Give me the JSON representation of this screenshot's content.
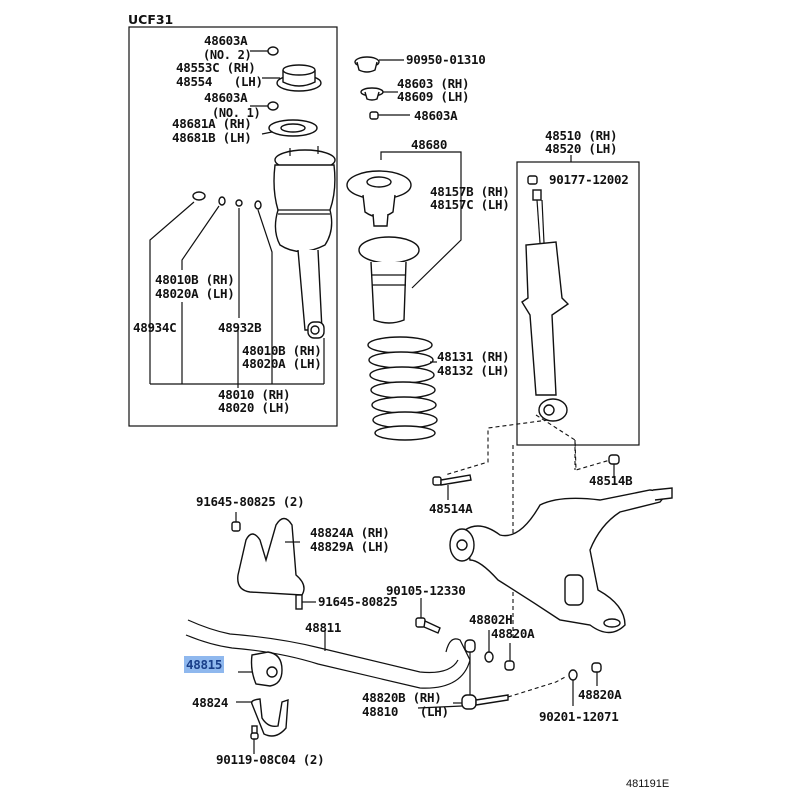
{
  "diagram": {
    "model_code": "UCF31",
    "illustration_code": "481191E",
    "highlight_color": "#8fb8ee",
    "highlighted_part": "48815",
    "labels": {
      "p48603A_top": "48603A",
      "no2": "(NO. 2)",
      "p48553C": "48553C (RH)",
      "p48554": "48554   (LH)",
      "p48603A_mid": "48603A",
      "no1": "(NO. 1)",
      "p48681A": "48681A (RH)",
      "p48681B": "48681B (LH)",
      "p90950": "90950-01310",
      "p48603": "48603 (RH)",
      "p48609": "48609 (LH)",
      "p48603A_right": "48603A",
      "p48680": "48680",
      "p48157B": "48157B (RH)",
      "p48157C": "48157C (LH)",
      "p48510": "48510 (RH)",
      "p48520": "48520 (LH)",
      "p90177": "90177-12002",
      "p48010B_a": "48010B (RH)",
      "p48020A_a": "48020A (LH)",
      "p48934C": "48934C",
      "p48932B": "48932B",
      "p48010B_b": "48010B (RH)",
      "p48020A_b": "48020A (LH)",
      "p48010": "48010 (RH)",
      "p48020": "48020 (LH)",
      "p48131": "48131 (RH)",
      "p48132": "48132 (LH)",
      "p48514A": "48514A",
      "p48514B": "48514B",
      "p91645_2": "91645-80825 (2)",
      "p48824A": "48824A (RH)",
      "p48829A": "48829A (LH)",
      "p90105": "90105-12330",
      "p91645": "91645-80825",
      "p48811": "48811",
      "p48802H": "48802H",
      "p48820A_a": "48820A",
      "p48815": "48815",
      "p48824": "48824",
      "p48820B": "48820B (RH)",
      "p48810": "48810   (LH)",
      "p48820A_b": "48820A",
      "p90201": "90201-12071",
      "p90119": "90119-08C04 (2)"
    }
  }
}
